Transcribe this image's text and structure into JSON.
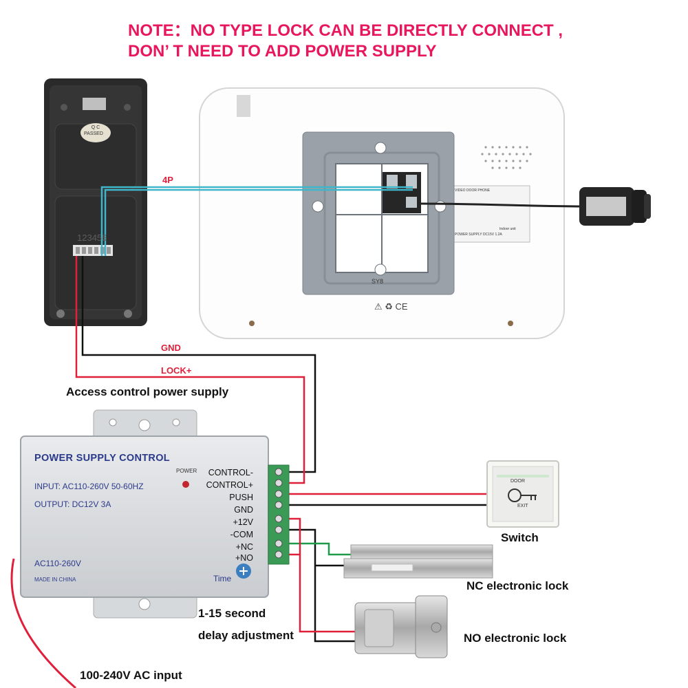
{
  "note": {
    "line1": "NOTE：NO TYPE LOCK CAN BE DIRECTLY CONNECT ,",
    "line2": "DON’ T NEED TO ADD POWER SUPPLY"
  },
  "outdoor_unit": {
    "qc_line1": "Q C",
    "qc_line2": "PASSED",
    "terminal_numbers": "123456"
  },
  "indoor_monitor": {
    "plate_mark": "SY8",
    "label_title": "VIDEO DOOR PHONE",
    "label_power": "POWER SUPPLY DC15V 1.2A",
    "label_unit": "Indoor unit",
    "cert_marks": "⚠ ♻ CE"
  },
  "wires": {
    "bus": "4P",
    "gnd": "GND",
    "lock": "LOCK+"
  },
  "power_supply": {
    "caption": "Access control power supply",
    "title": "POWER SUPPLY CONTROL",
    "input": "INPUT: AC110-260V  50-60HZ",
    "output": "OUTPUT:  DC12V   3A",
    "power_led": "POWER",
    "ac": "AC110-260V",
    "made_in": "MADE IN CHINA",
    "time": "Time",
    "terminals": [
      "CONTROL-",
      "CONTROL+",
      "PUSH",
      "GND",
      "+12V",
      "-COM",
      "+NC",
      "+NO"
    ]
  },
  "exit_switch": {
    "top": "DOOR",
    "bottom": "EXIT",
    "caption": "Switch"
  },
  "locks": {
    "nc_caption": "NC electronic lock",
    "no_caption": "NO electronic lock"
  },
  "captions": {
    "delay_line1": "1-15 second",
    "delay_line2": "delay adjustment",
    "ac_input": "100-240V AC input"
  },
  "colors": {
    "note": "#e8175d",
    "wire_red": "#e0203a",
    "wire_black": "#111111",
    "wire_blue": "#3fb6c9",
    "wire_green": "#1f9a4a",
    "terminal_green": "#3a9a56"
  }
}
